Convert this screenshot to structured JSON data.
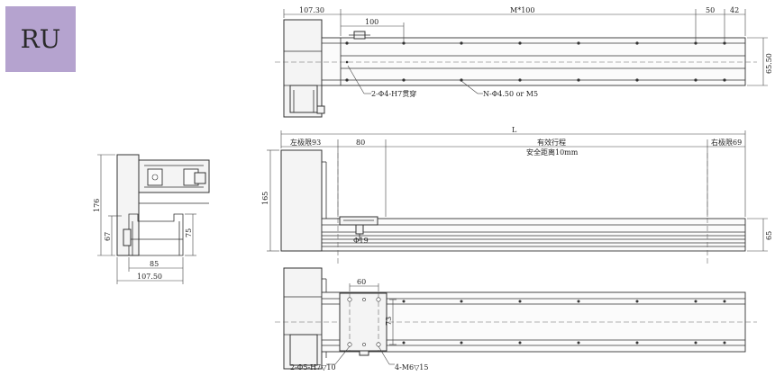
{
  "badge": {
    "text": "RU",
    "color": "#b5a3cf"
  },
  "top_view": {
    "dim_motor_width": "107.30",
    "dim_first_pitch": "100",
    "dim_span": "M*100",
    "dim_end_offset": "50",
    "dim_end": "42",
    "dim_height": "65.50",
    "callout_pin_holes": "2-Φ4-H7贯穿",
    "callout_mount_holes": "N-Φ4.50 or M5"
  },
  "side_view": {
    "dim_total_length": "L",
    "dim_left_limit": "左极限93",
    "dim_carriage": "80",
    "label_stroke": "有效行程",
    "label_safety": "安全距离10mm",
    "dim_right_limit": "右极限69",
    "dim_motor_height": "165",
    "dim_rail_height": "65",
    "dim_pin": "Φ19"
  },
  "end_view": {
    "dim_total_height": "176",
    "dim_body_height": "67",
    "dim_base_height": "75",
    "dim_inner_width": "85",
    "dim_outer_width": "107.50"
  },
  "bottom_view": {
    "dim_hole_pitch": "60",
    "dim_rail_spacing": "73",
    "callout_pin_holes": "2-Φ5-H7▽10",
    "callout_tap_holes": "4-M6▽15"
  }
}
